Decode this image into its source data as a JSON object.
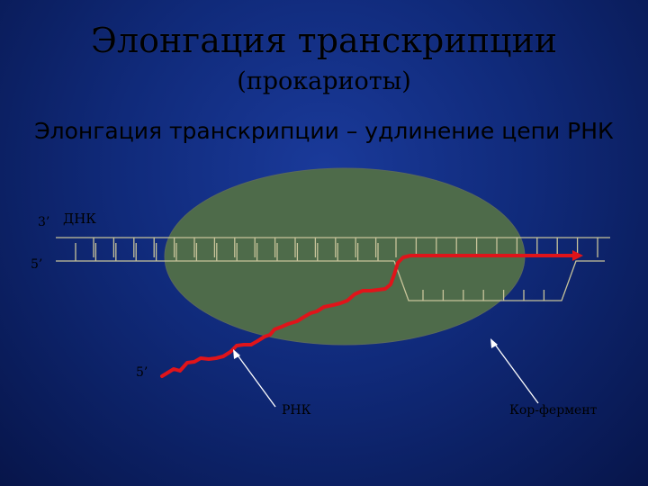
{
  "title": "Элонгация транскрипции",
  "subtitle": "(прокариоты)",
  "statement": "Элонгация транскрипции – удлинение цепи РНК",
  "labels": {
    "dna_3prime": "3’",
    "dna": "ДНК",
    "dna_5prime": "5’",
    "rna_5prime": "5’",
    "rna": "РНК",
    "core_enzyme": "Кор-фермент"
  },
  "colors": {
    "background": "#102a7a",
    "enzyme": "#4e6b4a",
    "dna_strand": "#c8c49a",
    "rna_strand": "#e0141a"
  }
}
